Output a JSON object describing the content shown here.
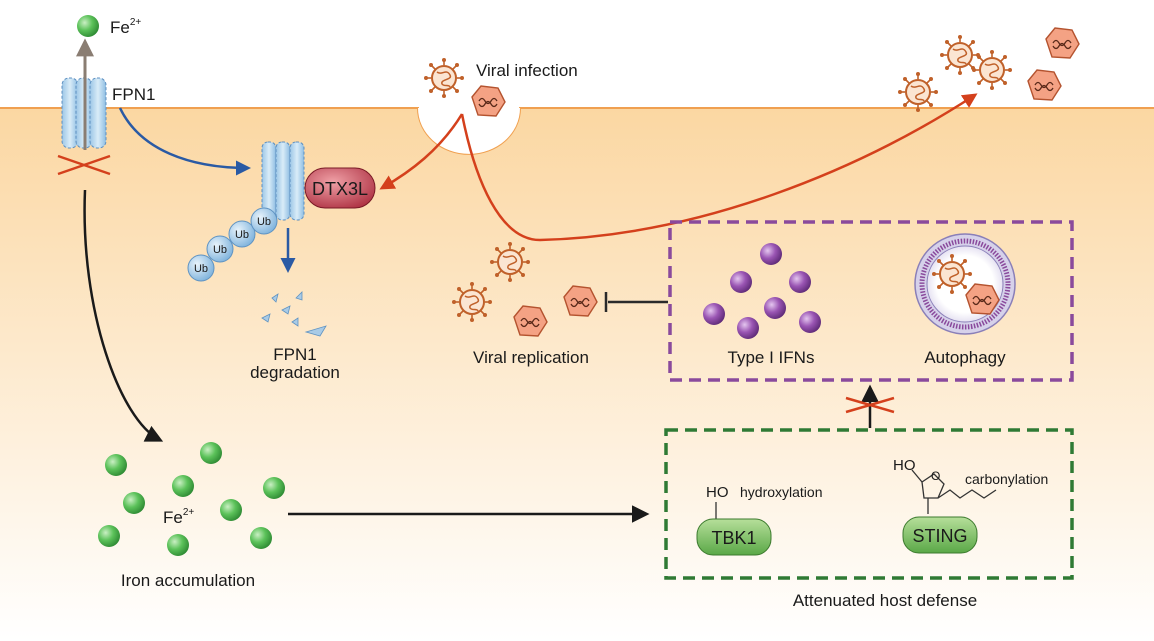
{
  "labels": {
    "fe_top": "Fe",
    "fe_top_sup": "2+",
    "fpn1": "FPN1",
    "viral_infection": "Viral infection",
    "dtx3l": "DTX3L",
    "ub": "Ub",
    "fpn1_degradation_1": "FPN1",
    "fpn1_degradation_2": "degradation",
    "viral_replication": "Viral replication",
    "type_i_ifns": "Type I IFNs",
    "autophagy": "Autophagy",
    "fe_mid": "Fe",
    "fe_mid_sup": "2+",
    "iron_accumulation": "Iron accumulation",
    "ho_tbk1": "HO",
    "hydroxylation": "hydroxylation",
    "tbk1": "TBK1",
    "ho_sting": "HO",
    "o_ring": "O",
    "carbonylation": "carbonylation",
    "sting": "STING",
    "attenuated_host_defense": "Attenuated host defense"
  },
  "colors": {
    "membrane": "#f3a55a",
    "cytoplasm_top": "#fbd9a6",
    "iron": "#4db552",
    "ifn": "#8f4aa5",
    "red_arrow": "#d4401c",
    "blue_arrow": "#2a5aa4",
    "purple_box": "#8a4a9c",
    "green_box": "#2f7a34",
    "dtx3l": "#b33240",
    "green_protein": "#6cba55"
  },
  "icons": [
    "iron-ion-icon",
    "fpn1-channel-icon",
    "virus-icon",
    "viral-capsid-icon",
    "ubiquitin-icon",
    "block-cross-icon",
    "autophagosome-icon"
  ]
}
